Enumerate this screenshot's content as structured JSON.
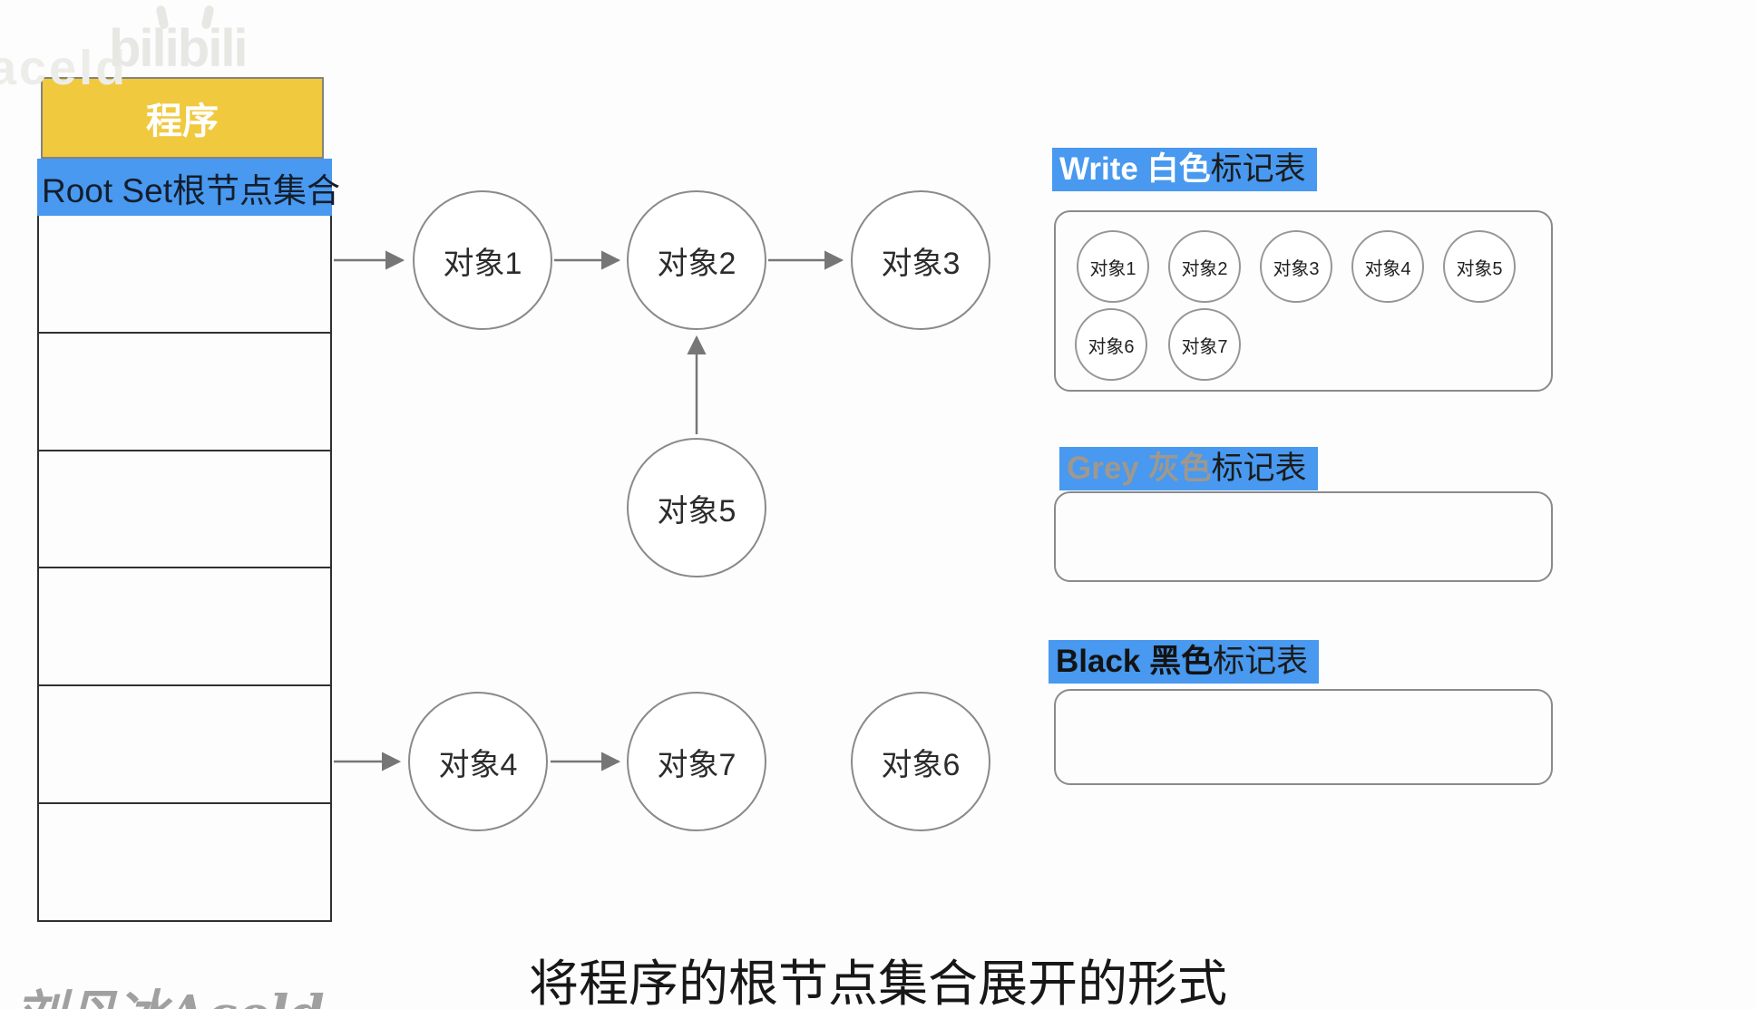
{
  "watermarks": {
    "top_left": "aceld",
    "bilibili": "bilibili",
    "author": "刘丹冰Aceld"
  },
  "stack": {
    "header": "程序",
    "root_row": "Root Set根节点集合",
    "empty_rows": 6
  },
  "graph": {
    "nodes": [
      {
        "id": "obj1",
        "label": "对象1"
      },
      {
        "id": "obj2",
        "label": "对象2"
      },
      {
        "id": "obj3",
        "label": "对象3"
      },
      {
        "id": "obj4",
        "label": "对象4"
      },
      {
        "id": "obj5",
        "label": "对象5"
      },
      {
        "id": "obj6",
        "label": "对象6"
      },
      {
        "id": "obj7",
        "label": "对象7"
      }
    ],
    "edges": [
      {
        "from": "root-set-row-1",
        "to": "对象1"
      },
      {
        "from": "对象1",
        "to": "对象2"
      },
      {
        "from": "对象2",
        "to": "对象3"
      },
      {
        "from": "对象5",
        "to": "对象2"
      },
      {
        "from": "root-set-row-5",
        "to": "对象4"
      },
      {
        "from": "对象4",
        "to": "对象7"
      }
    ]
  },
  "mark_tables": {
    "white": {
      "label_en": "Write 白色",
      "label_cn": "标记表",
      "members": [
        "对象1",
        "对象2",
        "对象3",
        "对象4",
        "对象5",
        "对象6",
        "对象7"
      ]
    },
    "grey": {
      "label_en": "Grey 灰色",
      "label_cn": "标记表",
      "members": []
    },
    "black": {
      "label_en": "Black 黑色",
      "label_cn": "标记表",
      "members": []
    }
  },
  "caption": "将程序的根节点集合展开的形式",
  "colors": {
    "accent_blue": "#4899EF",
    "header_yellow": "#F0C93E",
    "grey_label_text": "#9E988F"
  }
}
